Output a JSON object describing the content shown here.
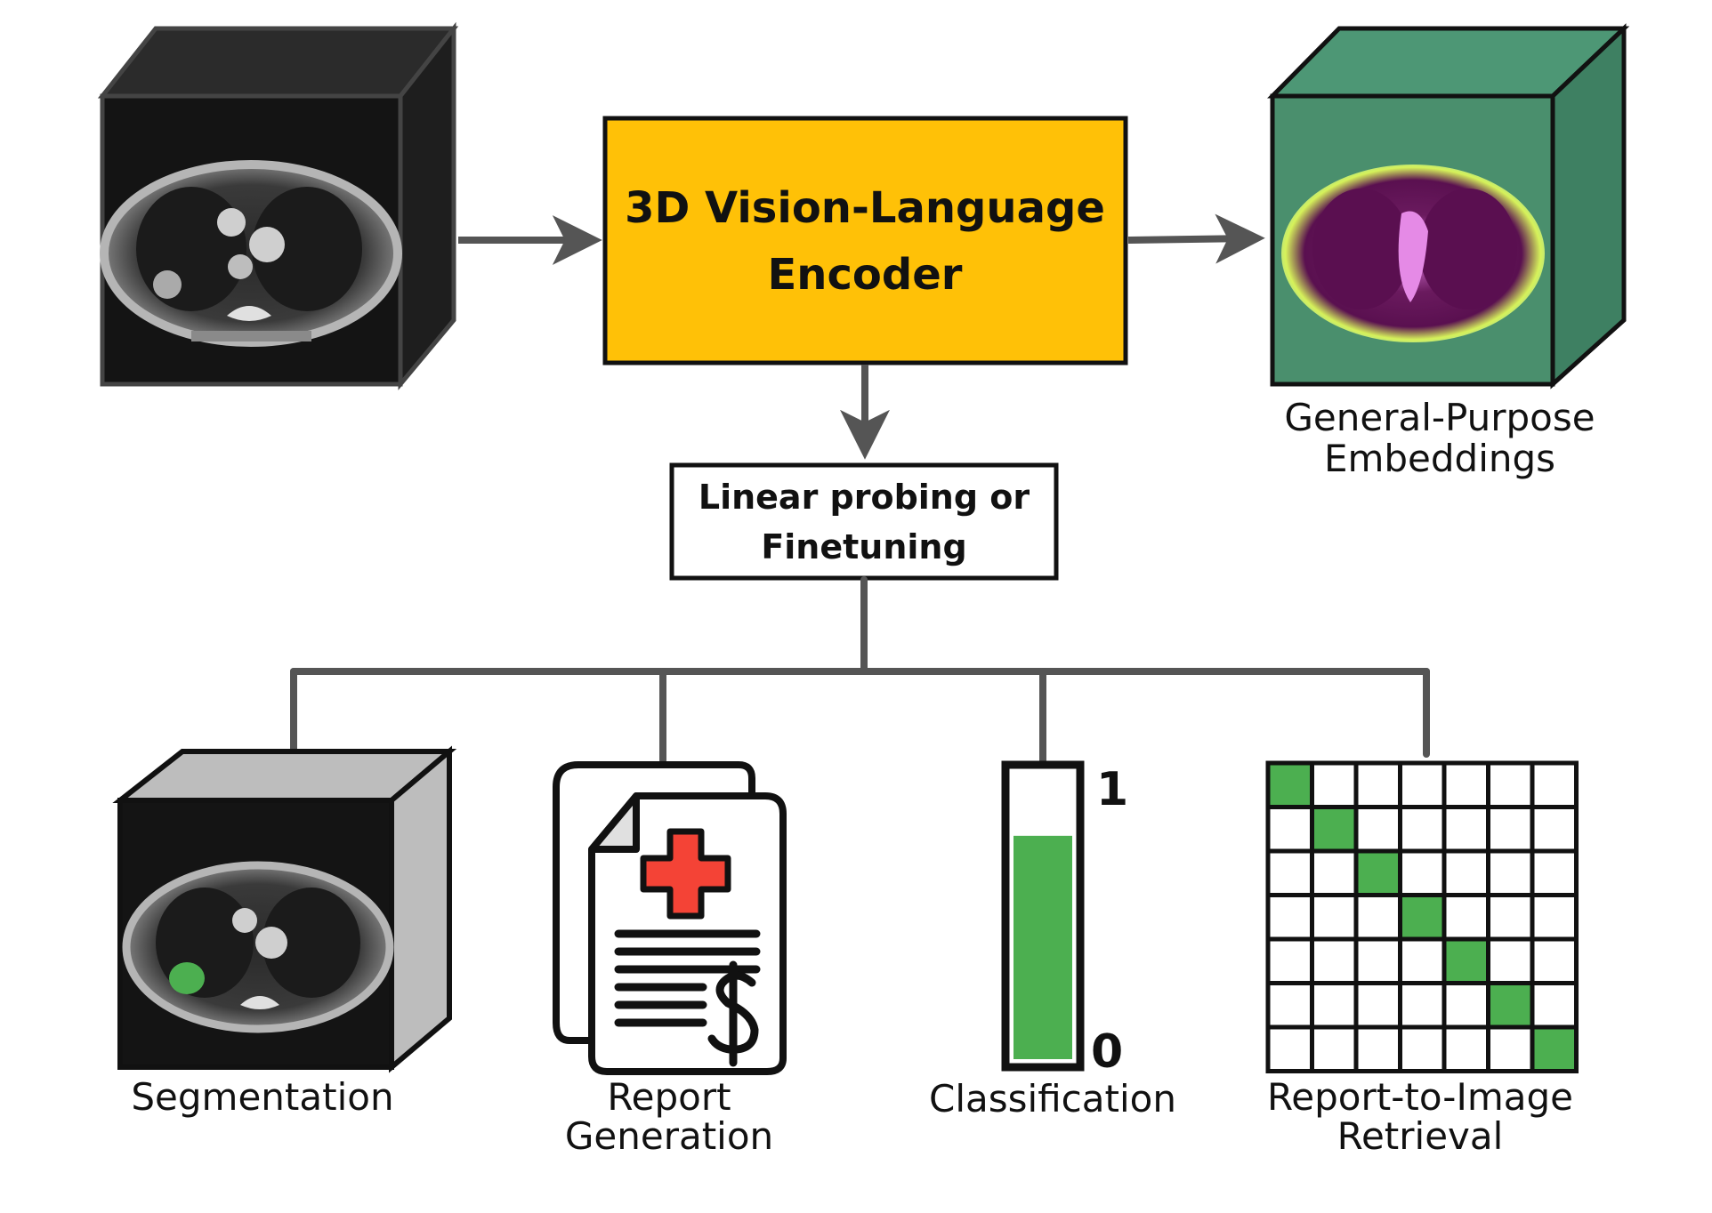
{
  "encoder": {
    "line1": "3D Vision-Language",
    "line2": "Encoder"
  },
  "probe": {
    "line1": "Linear probing or",
    "line2": "Finetuning"
  },
  "embeddings": {
    "line1": "General-Purpose",
    "line2": "Embeddings"
  },
  "tasks": {
    "segmentation": {
      "label": "Segmentation"
    },
    "report": {
      "line1": "Report",
      "line2": "Generation"
    },
    "classification": {
      "label": "Classification",
      "top_value": "1",
      "bottom_value": "0",
      "fill_fraction": 0.78
    },
    "retrieval": {
      "line1": "Report-to-Image",
      "line2": "Retrieval",
      "rows": 7,
      "cols": 7
    }
  },
  "colors": {
    "encoder_fill": "#FFC107",
    "connector": "#555555",
    "highlight_green": "#4CAF50",
    "embedding_green": "#4A8F6D",
    "cube_dark": "#222222",
    "cross_red": "#F44336"
  }
}
